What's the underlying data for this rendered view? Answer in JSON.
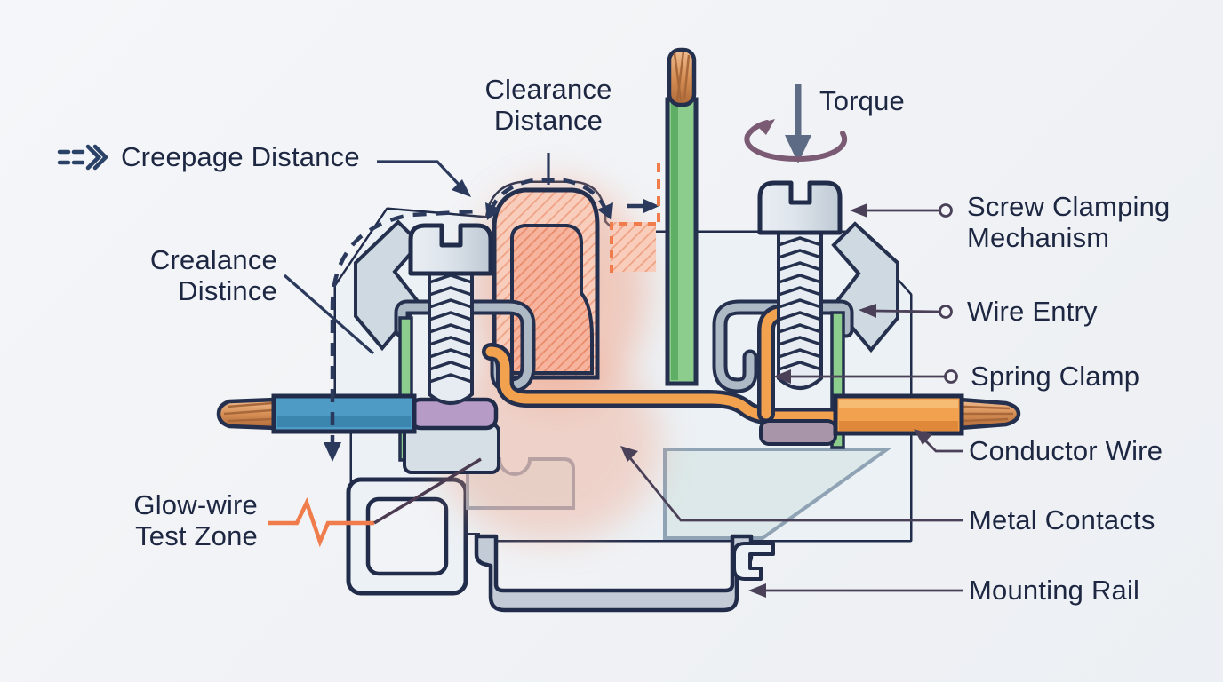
{
  "figure": {
    "subject": "Cross-section diagram of a DIN-rail screw terminal block",
    "background_color": "#f1f3f6"
  },
  "labels": {
    "creepage": "Creepage Distance",
    "clearance_top": "Clearance Distance",
    "torque": "Torque",
    "crealance_left": "Crealance Distince",
    "glow_wire": "Glow-wire Test Zone",
    "screw_clamping": "Screw Clamping Mechanism",
    "wire_entry": "Wire Entry",
    "spring_clamp": "Spring Clamp",
    "conductor_wire": "Conductor Wire",
    "metal_contacts": "Metal Contacts",
    "mounting_rail": "Mounting Rail"
  },
  "icons": {
    "creepage_dashes": "dashed-double-chevron-arrow",
    "torque_down": "down-arrow",
    "torque_rotation": "rotation-ellipse-arrow",
    "leader_dot": "open-circle"
  },
  "colors": {
    "outline_navy": "#202c4a",
    "text_navy": "#1d2742",
    "body_fill": "#ecf1f5",
    "body_inner_teal": "#dce8e9",
    "screw_gray": "#ccd5de",
    "rail_gray": "#c3ccd6",
    "leader_line": "#4a4159",
    "dashed_path_navy": "#2b3a5c",
    "glow_salmon": "#f2a184",
    "glow_hatch_bg": "#f9cdbb",
    "orange_wire": "#f2a14e",
    "orange_dash": "#ef7c4a",
    "green_wire": "#8ccd8e",
    "blue_wire": "#4e9cc6",
    "copper": "#d78f55",
    "purple_contact": "#b79bc7",
    "torque_purple": "#7b5a74",
    "torque_arrow_gray": "#5d6b85"
  }
}
